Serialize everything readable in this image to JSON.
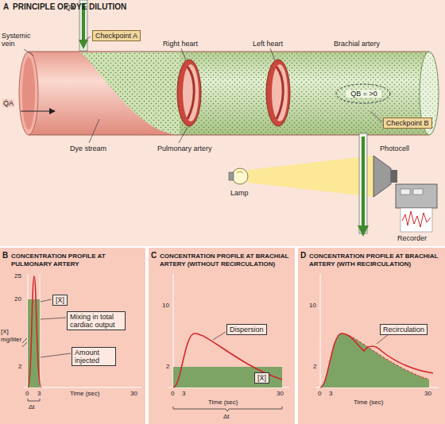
{
  "diagram": {
    "title": "PRINCIPLE OF DYE DILUTION",
    "nodes": [
      {
        "text": [
          "Checkpoint A"
        ]
      },
      {
        "text": [
          "Checkpoint B"
        ]
      },
      {
        "text": [
          "[X̄]"
        ]
      },
      {
        "text": [
          "Mixing in total cardiac output"
        ]
      },
      {
        "text": [
          "Amount injected"
        ]
      },
      {
        "text": [
          "Dispersion"
        ]
      },
      {
        "text": [
          "[X̄]"
        ]
      },
      {
        "text": [
          "Recirculation"
        ]
      }
    ],
    "labels": [
      "A",
      "Q̇X",
      "Right heart",
      "Left heart",
      "Brachial artery",
      "Systemic vein",
      "Q̇A",
      "Dye stream",
      "Pulmonary artery",
      "Q̇B = >0",
      "Photocell",
      "Lamp",
      "Recorder",
      "B",
      "CONCENTRATION PROFILE AT PULMONARY ARTERY",
      "25",
      "20",
      "2",
      "[X] mg/liter",
      "0",
      "3",
      "30",
      "Time (sec)",
      "Δt",
      "C",
      "CONCENTRATION PROFILE AT BRACHIAL ARTERY (WITHOUT RECIRCULATION)",
      "10",
      "2",
      "0",
      "3",
      "30",
      "Time (sec)",
      "Δt",
      "D",
      "CONCENTRATION PROFILE AT BRACHIAL ARTERY (WITH RECIRCULATION)",
      "10",
      "2",
      "0",
      "3",
      "30",
      "Time (sec)"
    ]
  }
}
